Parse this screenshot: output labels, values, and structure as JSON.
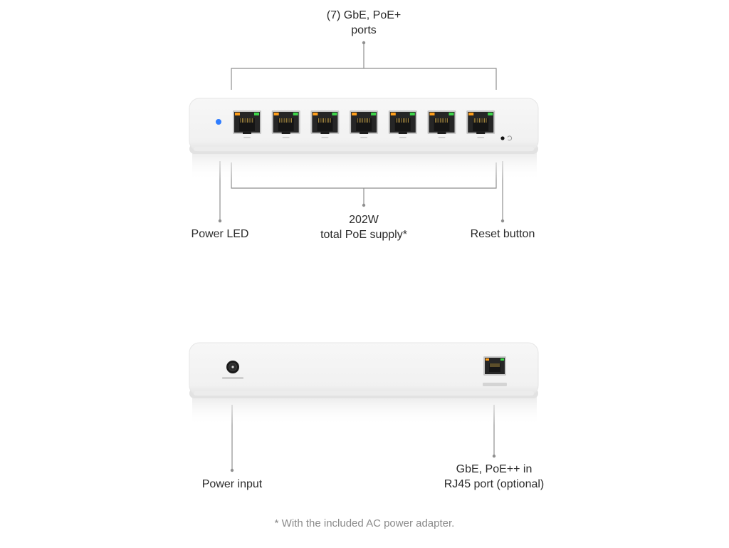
{
  "front": {
    "ports_label_line1": "(7) GbE, PoE+",
    "ports_label_line2": "ports",
    "power_led_label": "Power LED",
    "poe_supply_line1": "202W",
    "poe_supply_line2": "total PoE supply*",
    "reset_label": "Reset button",
    "port_count": 7
  },
  "back": {
    "power_input_label": "Power input",
    "uplink_line1": "GbE, PoE++ in",
    "uplink_line2": "RJ45 port (optional)"
  },
  "footnote": "* With the included AC power adapter.",
  "colors": {
    "led_blue": "#2f7dff",
    "port_led_orange": "#ff9e1a",
    "port_led_green": "#3ed64a",
    "callout_line": "#8f8f8f"
  }
}
